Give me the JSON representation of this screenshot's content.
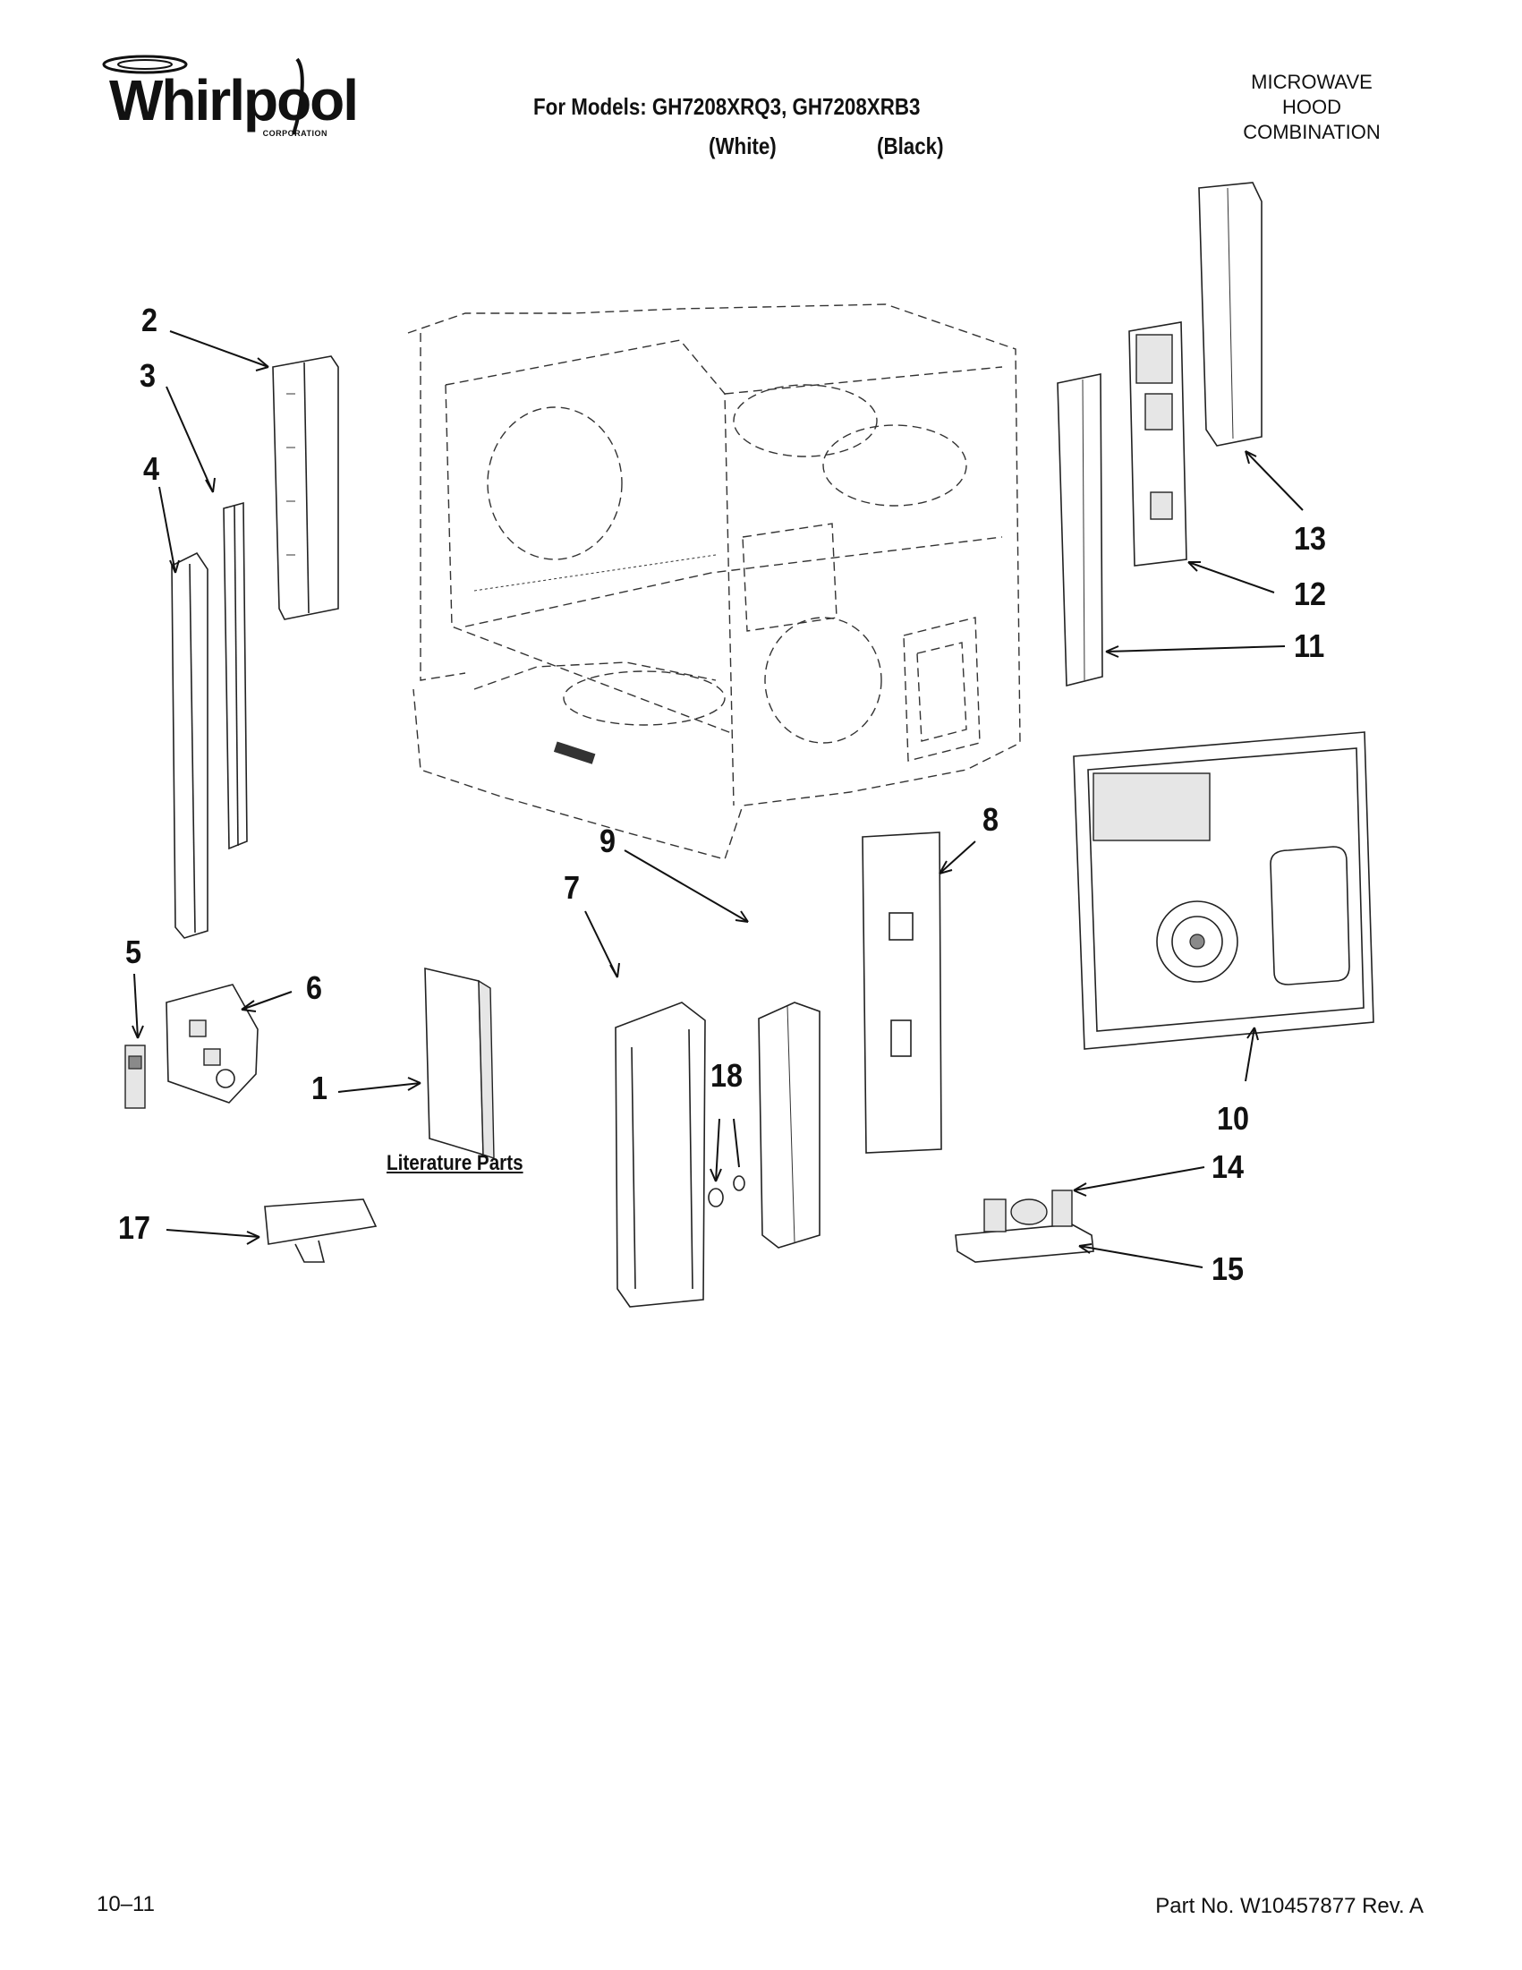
{
  "header": {
    "brand": "Whirlpool",
    "brand_sub": "CORPORATION",
    "models_line": "For Models: GH7208XRQ3, GH7208XRB3",
    "variant_white": "(White)",
    "variant_black": "(Black)",
    "category_lines": [
      "MICROWAVE",
      "HOOD",
      "COMBINATION"
    ]
  },
  "callouts": {
    "c1": "1",
    "c2": "2",
    "c3": "3",
    "c4": "4",
    "c5": "5",
    "c6": "6",
    "c7": "7",
    "c8": "8",
    "c9": "9",
    "c10": "10",
    "c11": "11",
    "c12": "12",
    "c13": "13",
    "c14": "14",
    "c15": "15",
    "c17": "17",
    "c18": "18"
  },
  "literature_label": "Literature Parts",
  "footer": {
    "date_code": "10–11",
    "part_number": "Part No. W10457877 Rev. A"
  }
}
